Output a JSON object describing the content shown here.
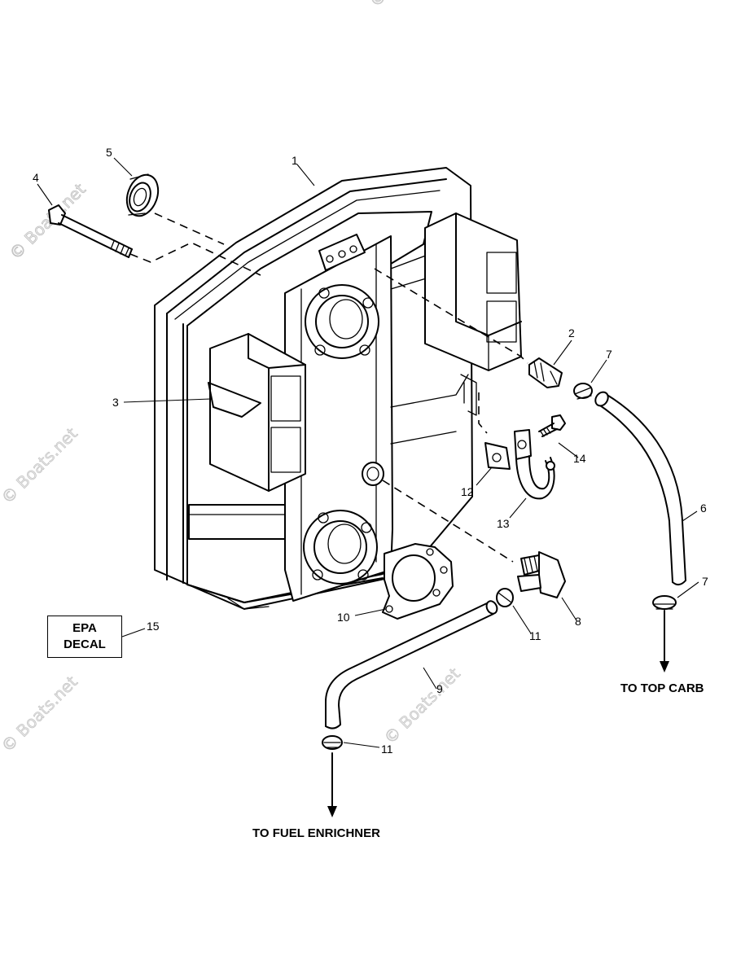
{
  "watermark": "© Boats.net",
  "callouts": {
    "n1": "1",
    "n2": "2",
    "n3": "3",
    "n4": "4",
    "n5": "5",
    "n6": "6",
    "n7a": "7",
    "n7b": "7",
    "n8": "8",
    "n9": "9",
    "n10": "10",
    "n11a": "11",
    "n11b": "11",
    "n12": "12",
    "n13": "13",
    "n14": "14",
    "n15": "15"
  },
  "decal": {
    "line1": "EPA",
    "line2": "DECAL"
  },
  "destinations": {
    "top_carb": "TO TOP CARB",
    "fuel_enrichner": "TO FUEL ENRICHNER"
  }
}
